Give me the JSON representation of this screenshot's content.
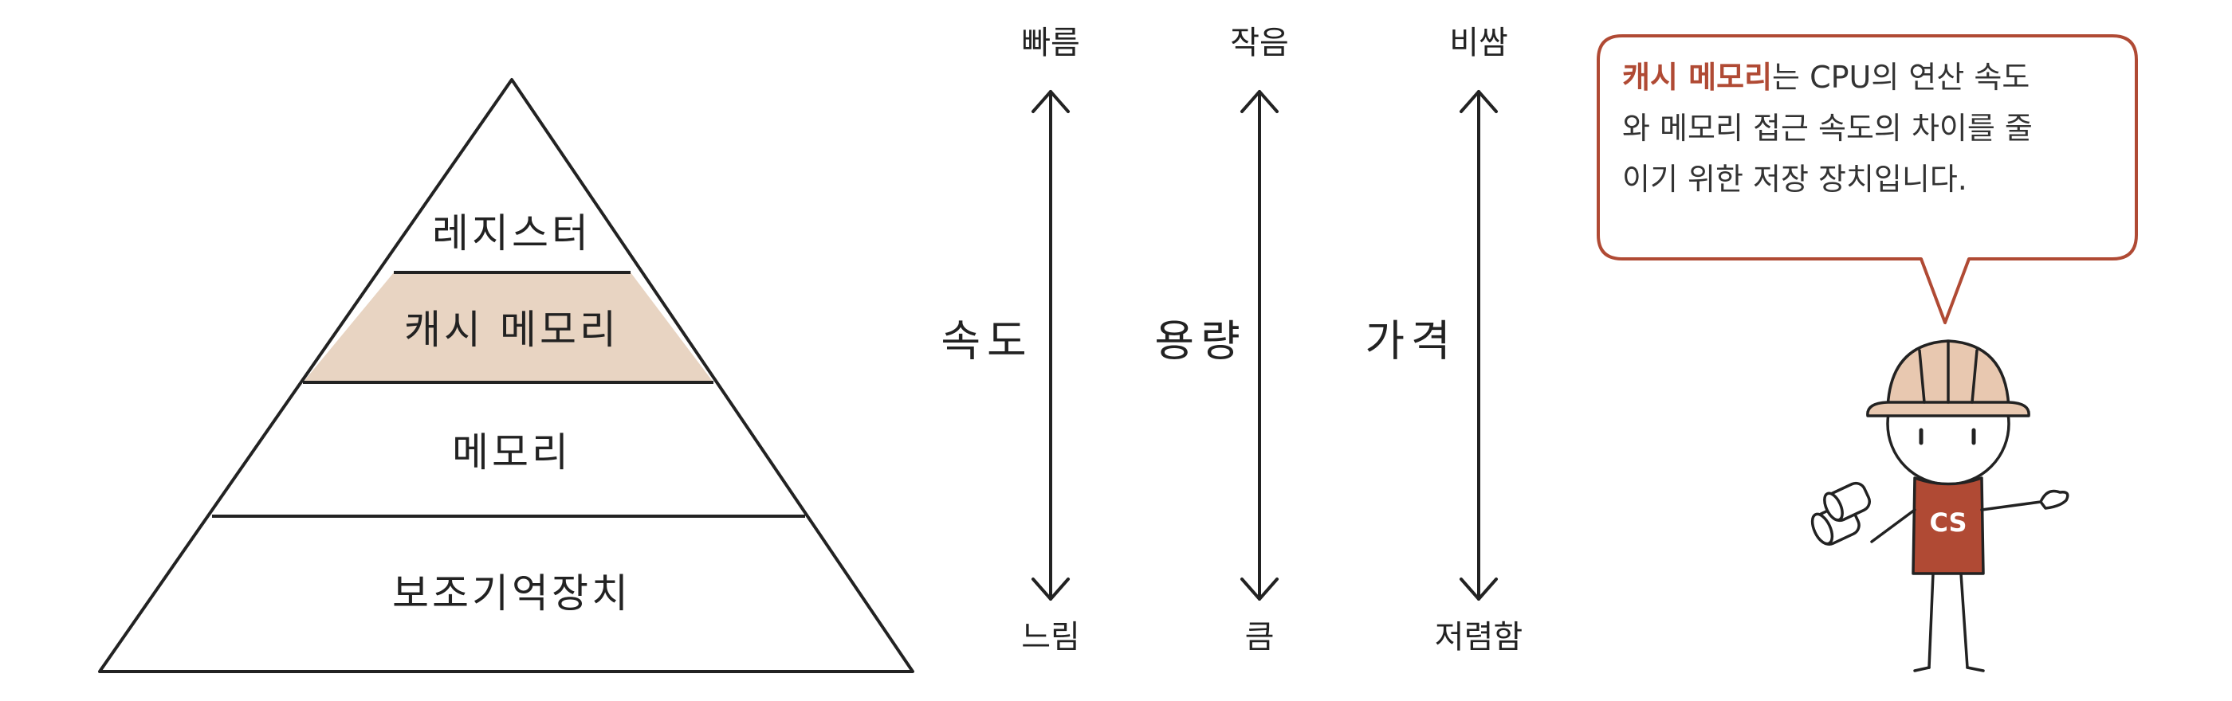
{
  "pyramid": {
    "levels": [
      {
        "label": "레지스터",
        "highlight": false
      },
      {
        "label": "캐시 메모리",
        "highlight": true
      },
      {
        "label": "메모리",
        "highlight": false
      },
      {
        "label": "보조기억장치",
        "highlight": false
      }
    ],
    "highlight_color": "#e8d4c2"
  },
  "axes": [
    {
      "top": "빠름",
      "middle": "속도",
      "bottom": "느림"
    },
    {
      "top": "작음",
      "middle": "용량",
      "bottom": "큼"
    },
    {
      "top": "비쌈",
      "middle": "가격",
      "bottom": "저렴함"
    }
  ],
  "bubble": {
    "highlight": "캐시 메모리",
    "line1_rest": "는 CPU의 연산 속도",
    "line2": "와 메모리 접근 속도의 차이를 줄",
    "line3": "이기 위한 저장 장치입니다."
  },
  "character": {
    "shirt_text": "CS",
    "accent_color": "#b04a34",
    "helmet_color": "#e8c8b0"
  }
}
